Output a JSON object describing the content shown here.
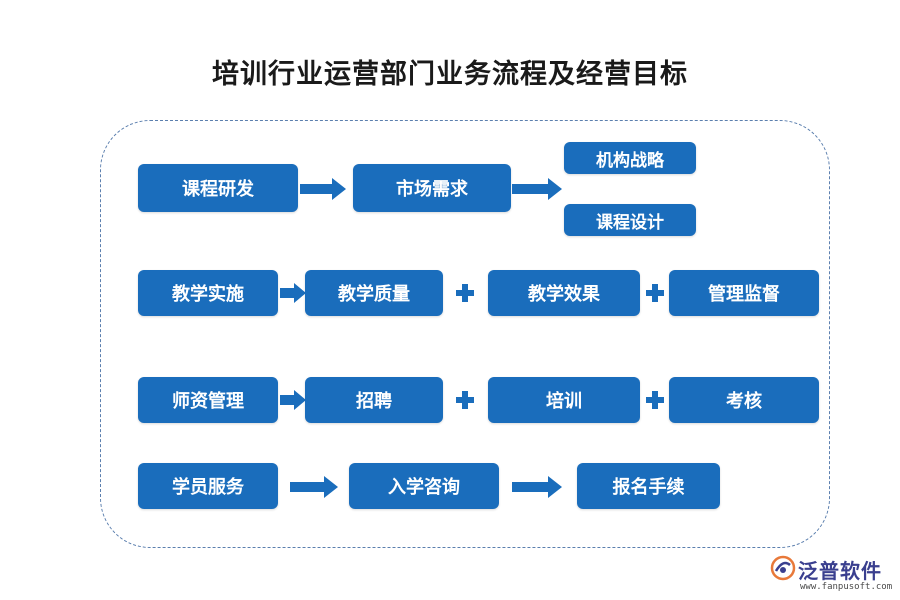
{
  "title": "培训行业运营部门业务流程及经营目标",
  "colors": {
    "box": "#1a6dbc",
    "frame": "#5b7fae",
    "title": "#1a1a1a"
  },
  "rows": {
    "row1": {
      "start": "课程研发",
      "middle": "市场需求",
      "branch_top": "机构战略",
      "branch_bottom": "课程设计"
    },
    "row2": {
      "start": "教学实施",
      "item1": "教学质量",
      "item2": "教学效果",
      "item3": "管理监督"
    },
    "row3": {
      "start": "师资管理",
      "item1": "招聘",
      "item2": "培训",
      "item3": "考核"
    },
    "row4": {
      "start": "学员服务",
      "item1": "入学咨询",
      "item2": "报名手续"
    }
  },
  "logo": {
    "name": "泛普软件",
    "url": "www.fanpusoft.com"
  }
}
